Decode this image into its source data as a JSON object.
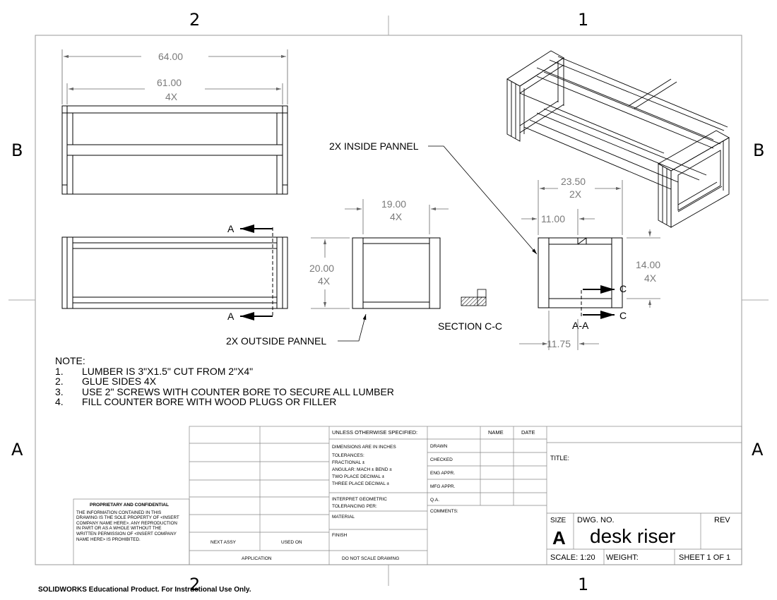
{
  "zones": {
    "top_left": "2",
    "top_right": "1",
    "left_upper": "B",
    "left_lower": "A",
    "right_upper": "B",
    "right_lower": "A",
    "bottom_left": "2",
    "bottom_right": "1"
  },
  "dimensions": {
    "overall_length": "64.00",
    "inner_length": "61.00",
    "inner_length_qty": "4X",
    "panel_width": "19.00",
    "panel_width_qty": "4X",
    "panel_height": "20.00",
    "panel_height_qty": "4X",
    "inside_width": "23.50",
    "inside_width_qty": "2X",
    "inside_offset": "11.00",
    "inside_height": "14.00",
    "inside_height_qty": "4X",
    "section_offset": "11.75"
  },
  "labels": {
    "inside_panel": "2X INSIDE PANNEL",
    "outside_panel": "2X OUTSIDE PANNEL",
    "section_cc": "SECTION C-C",
    "section_aa": "A-A",
    "arrow_a": "A",
    "arrow_c": "C"
  },
  "notes": {
    "heading": "NOTE:",
    "items": [
      {
        "num": "1.",
        "text": "LUMBER IS 3\"X1.5\"  CUT FROM 2\"X4\""
      },
      {
        "num": "2.",
        "text": "GLUE SIDES 4X"
      },
      {
        "num": "3.",
        "text": "USE 2\" SCREWS WITH COUNTER BORE TO SECURE ALL LUMBER"
      },
      {
        "num": "4.",
        "text": "FILL COUNTER BORE WITH WOOD PLUGS OR FILLER"
      }
    ]
  },
  "title_block": {
    "unless": "UNLESS OTHERWISE SPECIFIED:",
    "name": "NAME",
    "date": "DATE",
    "dims_in_inches": "DIMENSIONS ARE IN INCHES",
    "tolerances": "TOLERANCES:",
    "fractional": "FRACTIONAL ±",
    "angular": "ANGULAR: MACH ±    BEND ±",
    "two_place": "TWO PLACE DECIMAL    ±",
    "three_place": "THREE PLACE DECIMAL   ±",
    "interpret": "INTERPRET GEOMETRIC",
    "tolerancing": "TOLERANCING PER:",
    "material": "MATERIAL",
    "finish": "FINISH",
    "do_not_scale": "DO NOT SCALE DRAWING",
    "drawn": "DRAWN",
    "checked": "CHECKED",
    "eng_appr": "ENG APPR.",
    "mfg_appr": "MFG APPR.",
    "qa": "Q.A.",
    "comments": "COMMENTS:",
    "next_assy": "NEXT ASSY",
    "used_on": "USED ON",
    "application": "APPLICATION",
    "title_label": "TITLE:",
    "size_label": "SIZE",
    "size_value": "A",
    "dwg_no_label": "DWG.  NO.",
    "dwg_no_value": "desk riser",
    "rev_label": "REV",
    "scale": "SCALE: 1:20",
    "weight": "WEIGHT:",
    "sheet": "SHEET 1 OF 1"
  },
  "proprietary": {
    "title": "PROPRIETARY AND CONFIDENTIAL",
    "body": "THE INFORMATION CONTAINED IN THIS DRAWING IS THE SOLE PROPERTY OF <INSERT COMPANY NAME HERE>.  ANY REPRODUCTION IN PART OR AS A WHOLE WITHOUT THE WRITTEN PERMISSION OF <INSERT COMPANY NAME HERE> IS PROHIBITED."
  },
  "footer": "SOLIDWORKS Educational Product. For Instructional Use Only."
}
